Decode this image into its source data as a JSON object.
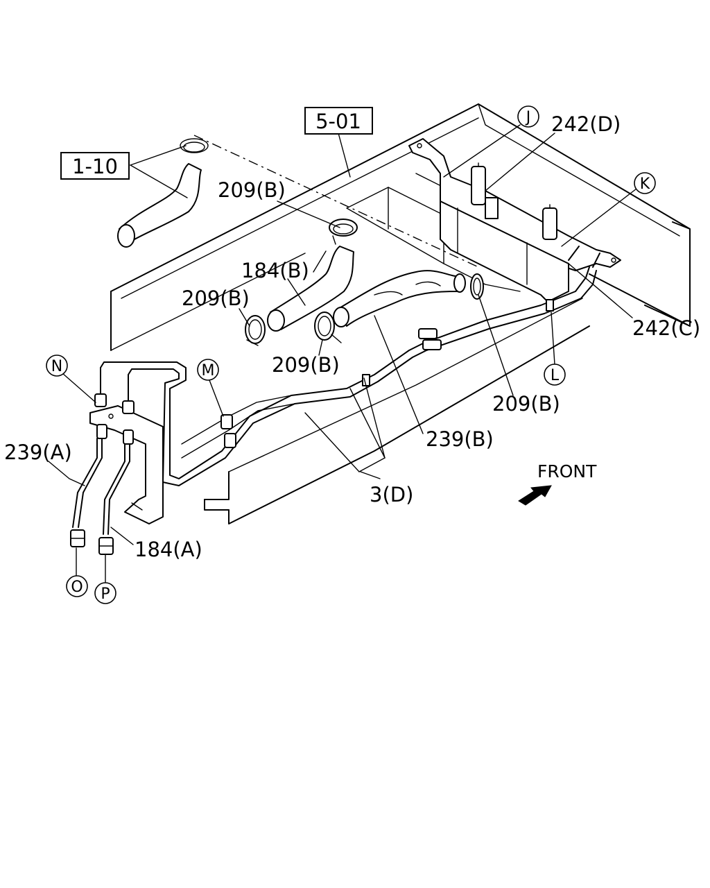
{
  "ref_boxes": [
    {
      "name": "ref-box-5-01",
      "text": "5-01"
    },
    {
      "name": "ref-box-1-10",
      "text": "1-10"
    }
  ],
  "labels": {
    "c_209b_top": "209(B)",
    "c_184b": "184(B)",
    "c_209b_left": "209(B)",
    "c_209b_mid": "209(B)",
    "c_209b_right": "209(B)",
    "c_242d": "242(D)",
    "c_242c": "242(C)",
    "c_239b": "239(B)",
    "c_239a": "239(A)",
    "c_3d": "3(D)",
    "c_184a": "184(A)",
    "front": "FRONT"
  },
  "callout_circles": {
    "j": "J",
    "k": "K",
    "l": "L",
    "m": "M",
    "n": "N",
    "o": "O",
    "p": "P"
  },
  "icons": {
    "front_arrow": "front-direction-arrow-icon"
  }
}
